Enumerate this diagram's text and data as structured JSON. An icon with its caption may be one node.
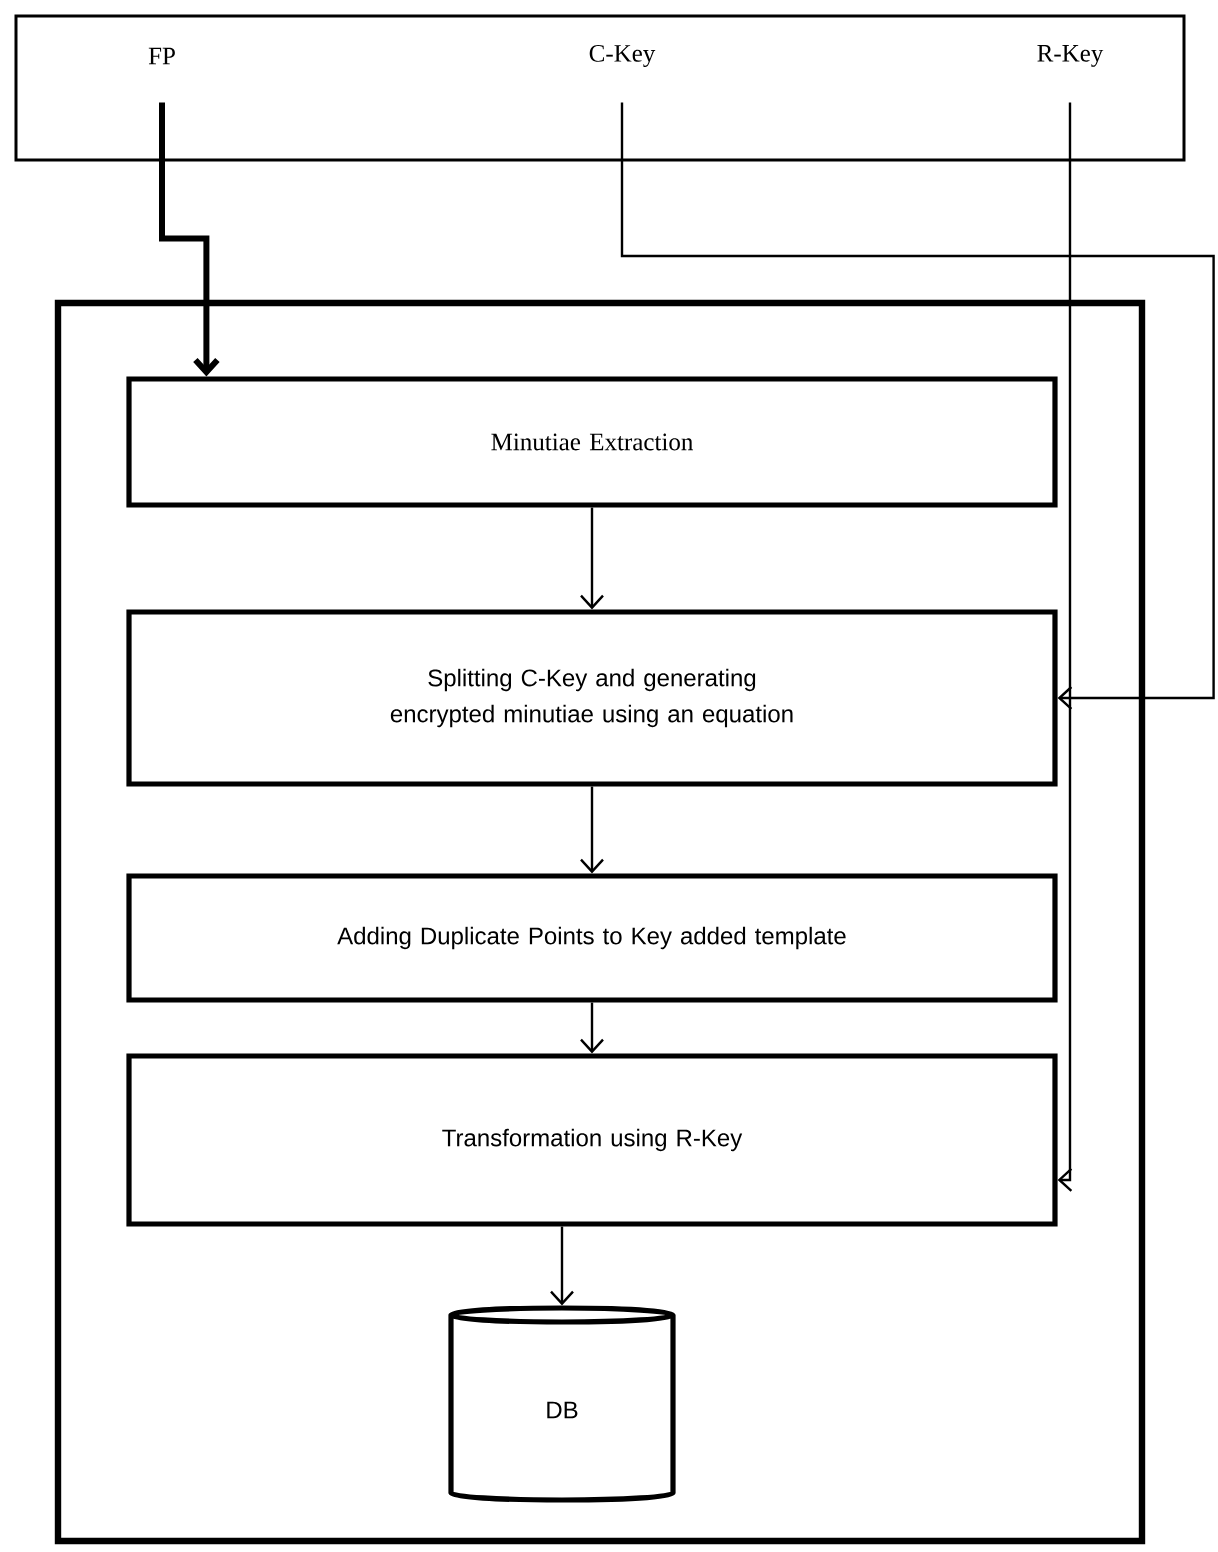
{
  "diagram": {
    "nodes": [
      {
        "text": [],
        "shape": "box"
      },
      {
        "text": [
          "FP"
        ],
        "in": 0
      },
      {
        "text": [
          "C-Key"
        ],
        "in": 0
      },
      {
        "text": [
          "R-Key"
        ],
        "in": 0
      },
      {
        "text": [],
        "shape": "box"
      },
      {
        "text": [
          "Minutiae Extraction"
        ],
        "in": 4
      },
      {
        "text": [
          "Splitting C-Key and generating encrypted minutiae using an equation"
        ],
        "in": 4
      },
      {
        "text": [
          "Adding Duplicate Points to Key added template"
        ],
        "in": 4
      },
      {
        "text": [
          "Transformation using R-Key"
        ],
        "in": 4
      },
      {
        "text": [
          "DB"
        ],
        "in": 4
      }
    ],
    "edges": [
      {
        "from": 1,
        "to": 5,
        "arrow": "to",
        "style": "thick"
      },
      {
        "from": 2,
        "to": 6,
        "arrow": "to"
      },
      {
        "from": 3,
        "to": 8,
        "arrow": "to"
      },
      {
        "from": 5,
        "to": 6,
        "arrow": "to"
      },
      {
        "from": 6,
        "to": 7,
        "arrow": "to"
      },
      {
        "from": 7,
        "to": 8,
        "arrow": "to"
      },
      {
        "from": 8,
        "to": 9,
        "arrow": "to"
      }
    ]
  }
}
